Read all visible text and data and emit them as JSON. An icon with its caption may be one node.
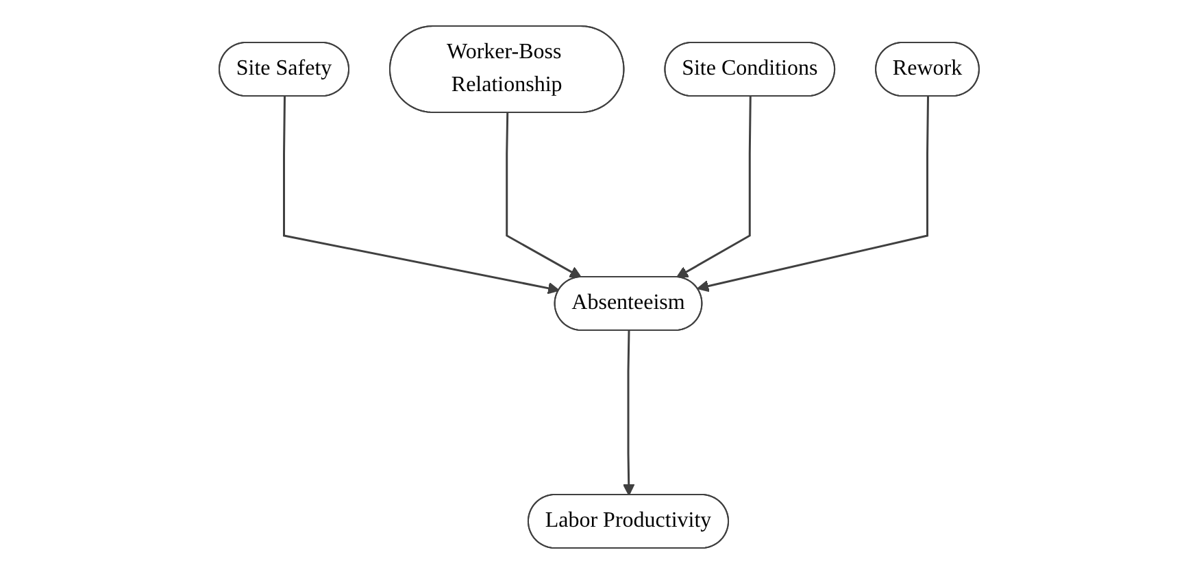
{
  "diagram": {
    "nodes": [
      {
        "text": [
          "Site Safety"
        ]
      },
      {
        "text": [
          "Worker-Boss Relationship"
        ]
      },
      {
        "text": [
          "Site Conditions"
        ]
      },
      {
        "text": [
          "Rework"
        ]
      },
      {
        "text": [
          "Absenteeism"
        ]
      },
      {
        "text": [
          "Labor Productivity"
        ]
      }
    ],
    "edges": [
      {
        "from": 0,
        "to": 4,
        "arrow": "to"
      },
      {
        "from": 1,
        "to": 4,
        "arrow": "to"
      },
      {
        "from": 2,
        "to": 4,
        "arrow": "to"
      },
      {
        "from": 3,
        "to": 4,
        "arrow": "to"
      },
      {
        "from": 4,
        "to": 5,
        "arrow": "to"
      }
    ]
  }
}
